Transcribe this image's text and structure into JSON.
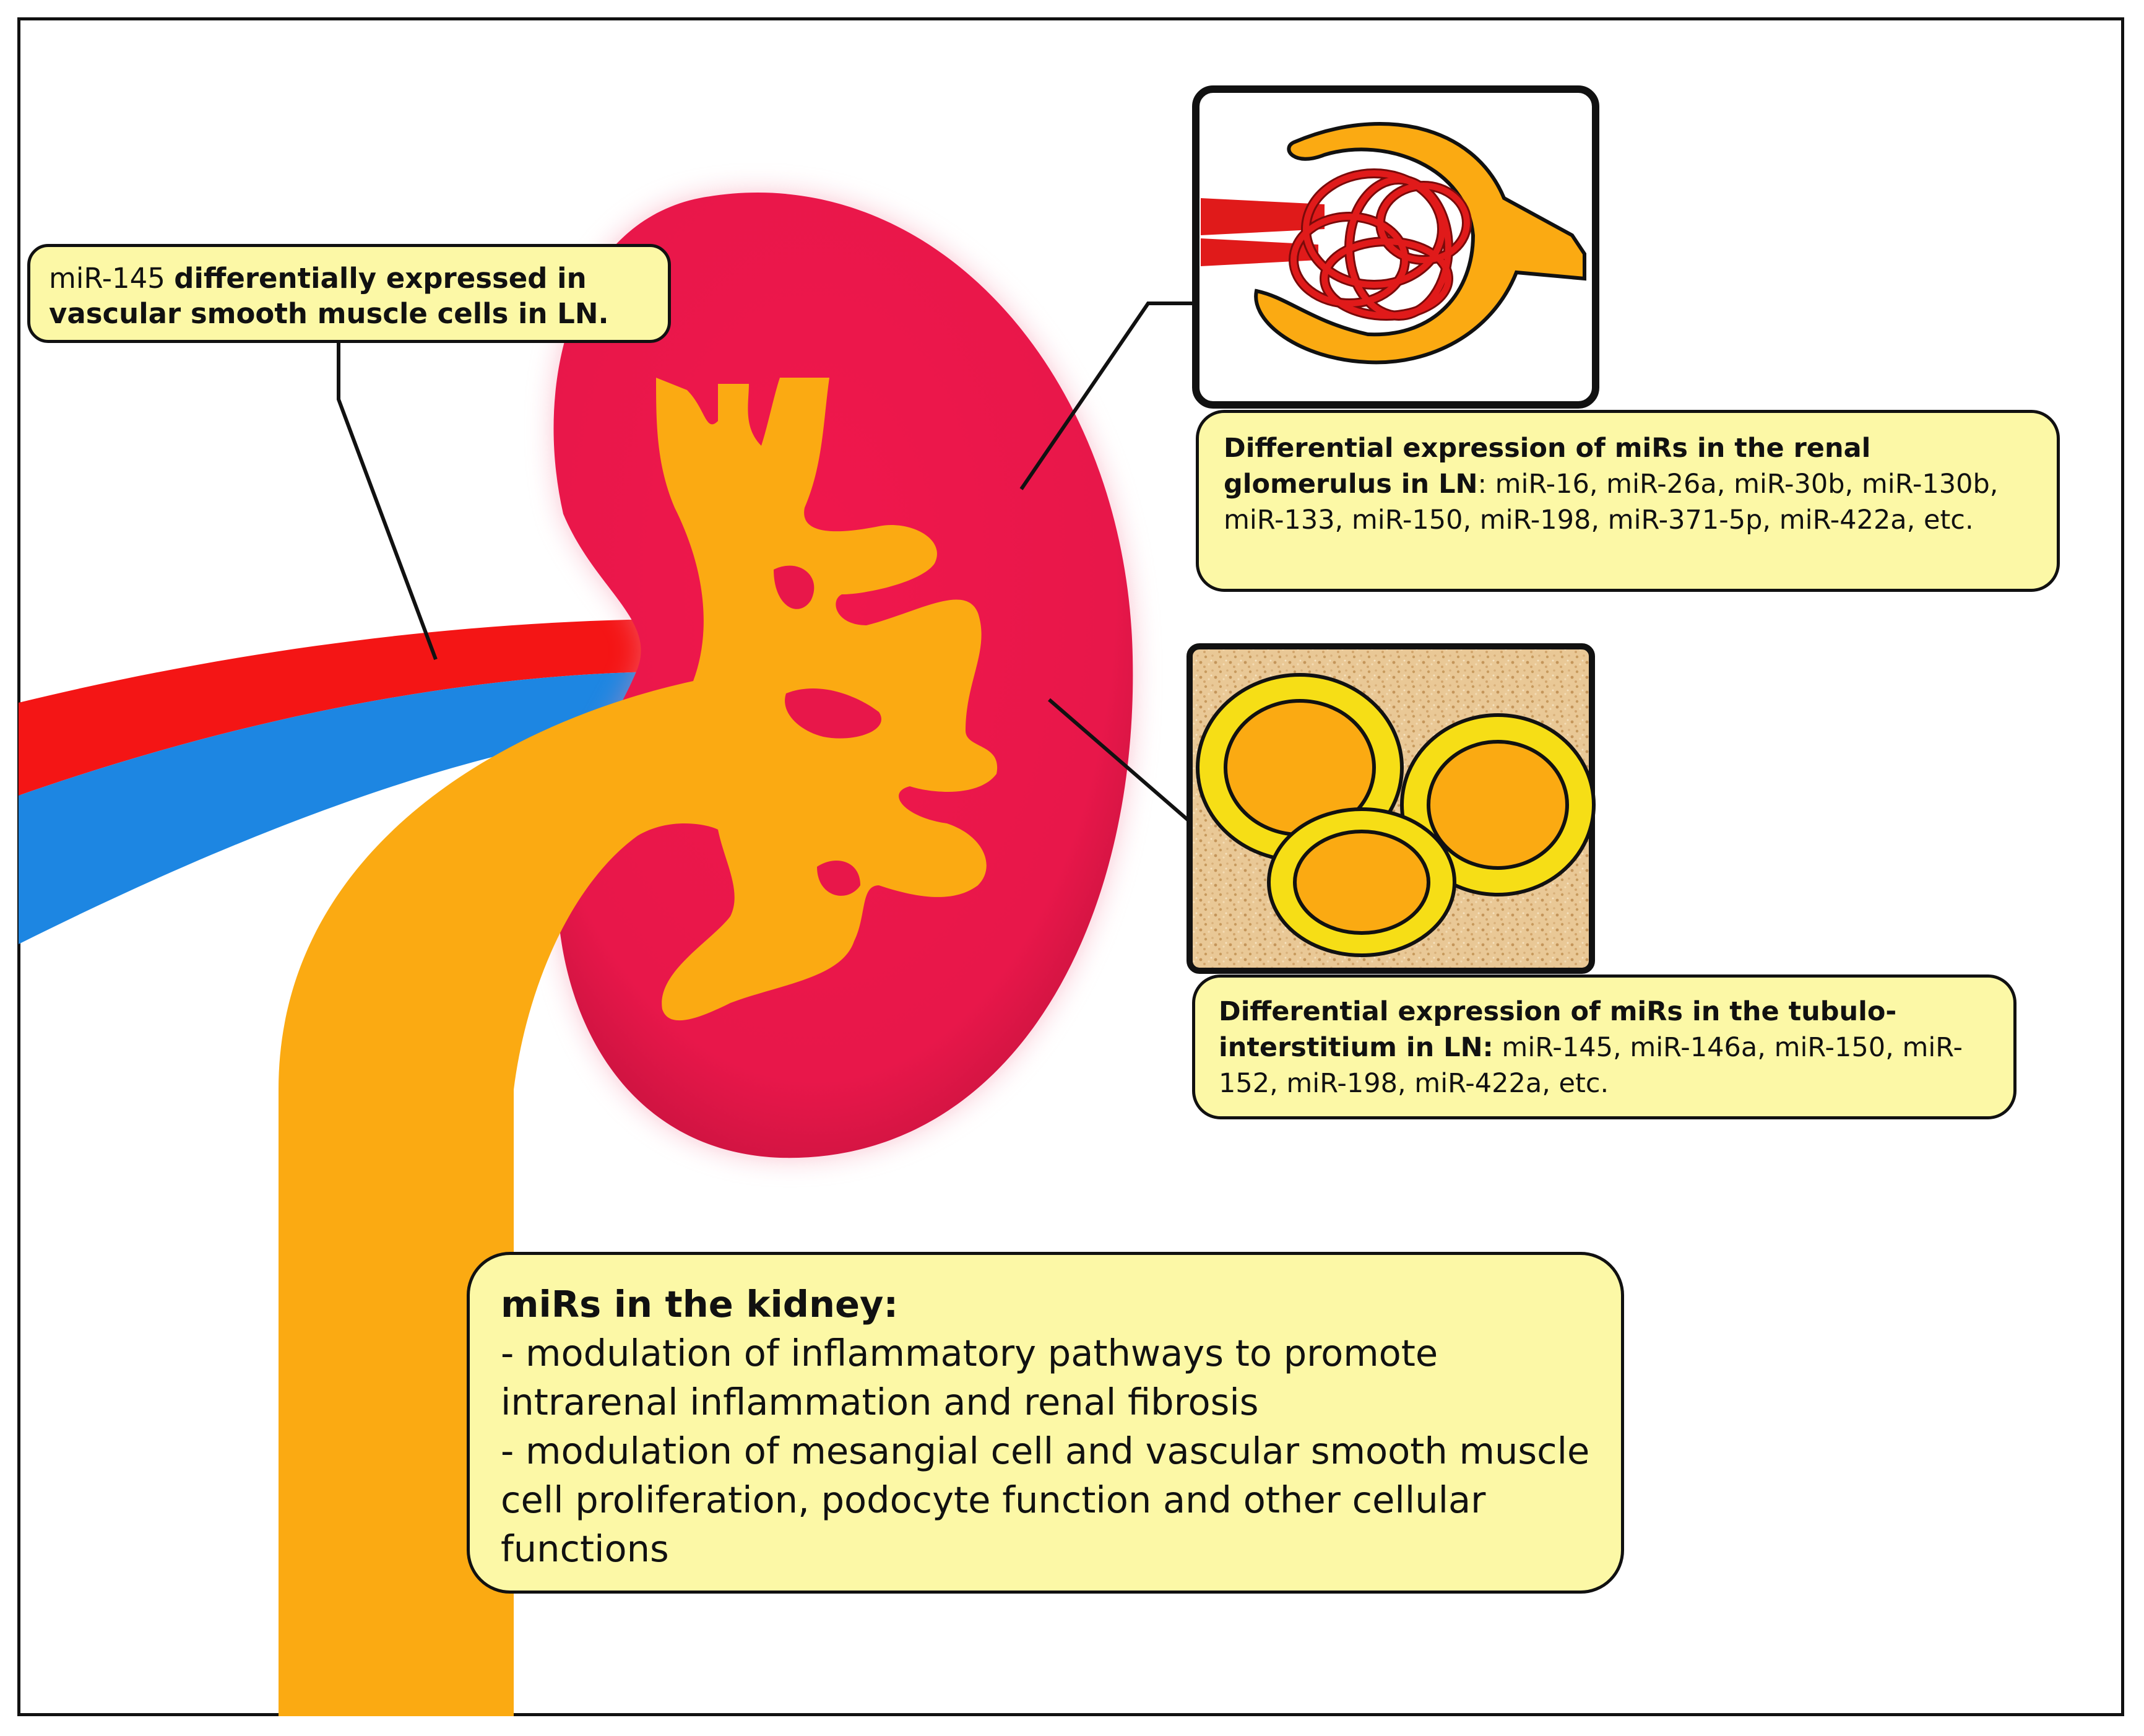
{
  "callouts": {
    "vascular": {
      "prefix": "miR-145",
      "bold": "differentially expressed in vascular smooth muscle cells in LN."
    },
    "glomerulus": {
      "bold": "Differential expression of miRs in the renal glomerulus in LN",
      "text": ": miR-16, miR-26a, miR-30b, miR-130b, miR-133, miR-150, miR-198, miR-371-5p, miR-422a, etc."
    },
    "tubulo": {
      "bold": "Differential expression of miRs in the tubulo-interstitium in LN:",
      "text": " miR-145, miR-146a, miR-150, miR-152, miR-198, miR-422a, etc."
    },
    "kidney": {
      "title": "miRs in the kidney:",
      "points": [
        "- modulation of inflammatory pathways to promote intrarenal inflammation and renal fibrosis",
        "- modulation of mesangial cell and vascular smooth muscle cell proliferation, podocyte function and other cellular functions"
      ]
    }
  },
  "colors": {
    "kidney": "#e8174a",
    "pelvis_ureter": "#fbaa12",
    "artery": "#f41515",
    "vein": "#1d86e2",
    "callout_fill": "#fcf8a6",
    "outline": "#111111"
  }
}
